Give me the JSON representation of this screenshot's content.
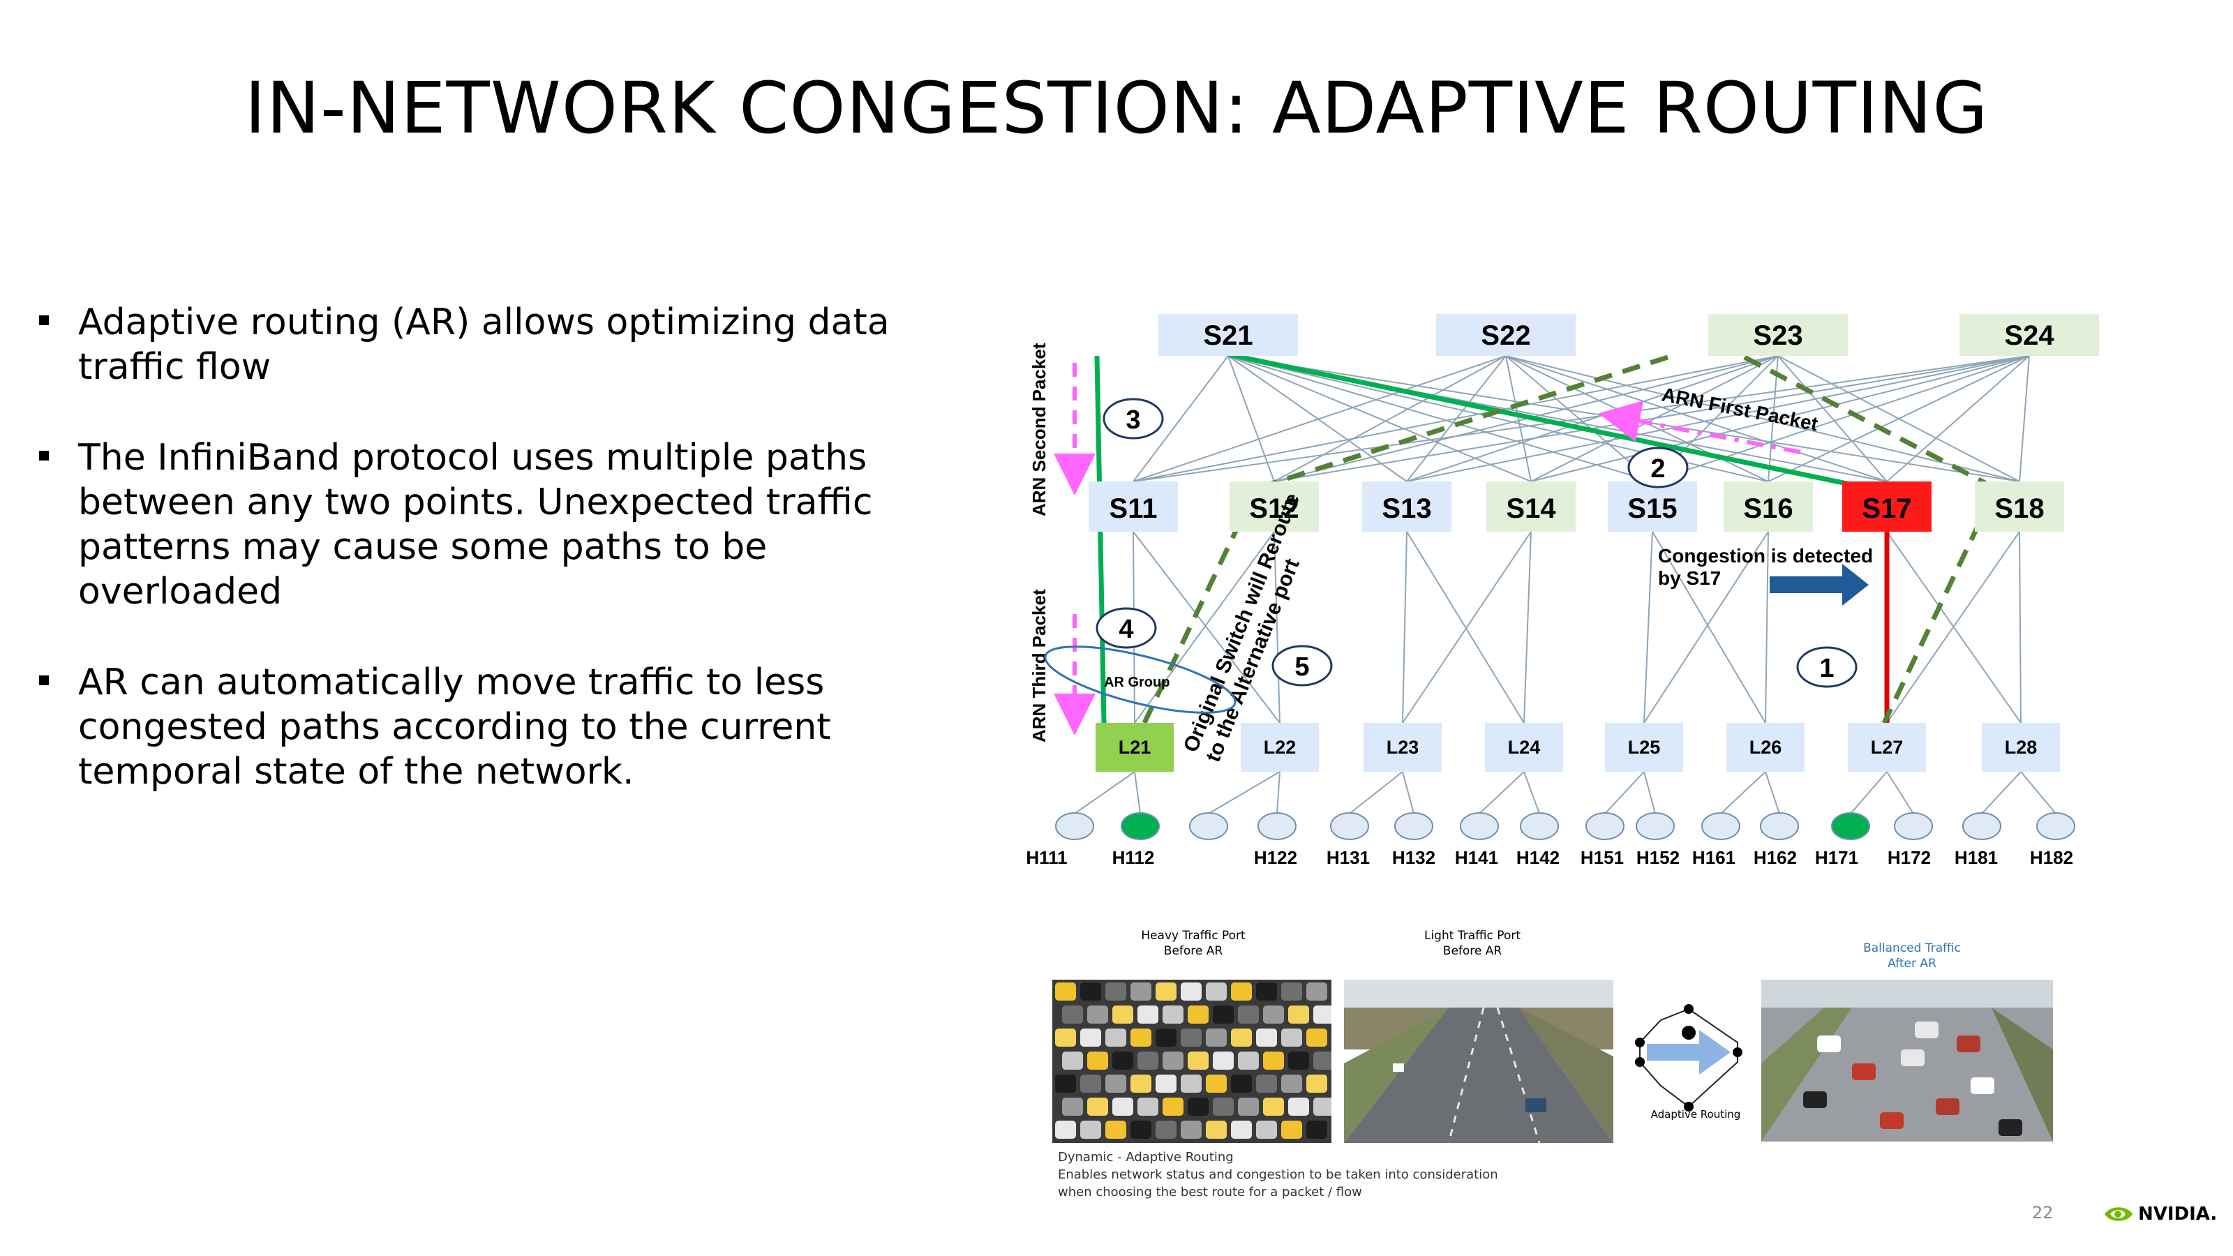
{
  "title": "IN-NETWORK CONGESTION: ADAPTIVE ROUTING",
  "bullets": [
    "Adaptive routing (AR) allows optimizing data traffic flow",
    "The InfiniBand protocol uses multiple paths between any two points. Unexpected traffic patterns may cause some paths to be overloaded",
    "AR can automatically move traffic to less congested paths according to the current temporal state of the network."
  ],
  "diagram": {
    "spines": [
      "S21",
      "S22",
      "S23",
      "S24"
    ],
    "mid_switches": [
      "S11",
      "S12",
      "S13",
      "S14",
      "S15",
      "S16",
      "S17",
      "S18"
    ],
    "leaves": [
      "L21",
      "L22",
      "L23",
      "L24",
      "L25",
      "L26",
      "L27",
      "L28"
    ],
    "hosts": [
      "H111",
      "H112",
      "H122",
      "H131",
      "H132",
      "H141",
      "H142",
      "H151",
      "H152",
      "H161",
      "H162",
      "H171",
      "H172",
      "H181",
      "H182"
    ],
    "side_labels": {
      "second": "ARN Second  Packet",
      "third": "ARN Third  Packet"
    },
    "first_packet": "ARN First Packet",
    "congestion_line1": "Congestion is detected",
    "congestion_line2": "by S17",
    "reroute_line1": "Original Switch will Reroute",
    "reroute_line2": "to the Alternative port",
    "ar_group": "AR Group",
    "steps": [
      "1",
      "2",
      "3",
      "4",
      "5"
    ],
    "colors": {
      "spine_blue": "#dbe9fb",
      "spine_green": "#e2f0d9",
      "congested": "#ff1a1a",
      "leaf_green": "#92d050",
      "path_green": "#00b050",
      "dash_green": "#548235",
      "dash_pink": "#ff66ff",
      "arrow_blue": "#1f5b99",
      "link": "#8da5b8"
    }
  },
  "photos": {
    "heavy_line1": "Heavy Traffic Port",
    "heavy_line2": "Before AR",
    "light_line1": "Light Traffic Port",
    "light_line2": "Before AR",
    "balanced_line1": "Ballanced Traffic",
    "balanced_line2": "After AR",
    "ar_label": "Adaptive   Routing",
    "caption1": "Dynamic - Adaptive Routing",
    "caption2": "Enables network status and congestion to be taken into consideration",
    "caption3": "when choosing the best route for a packet / flow"
  },
  "footer": {
    "page": "22",
    "brand": "NVIDIA."
  }
}
